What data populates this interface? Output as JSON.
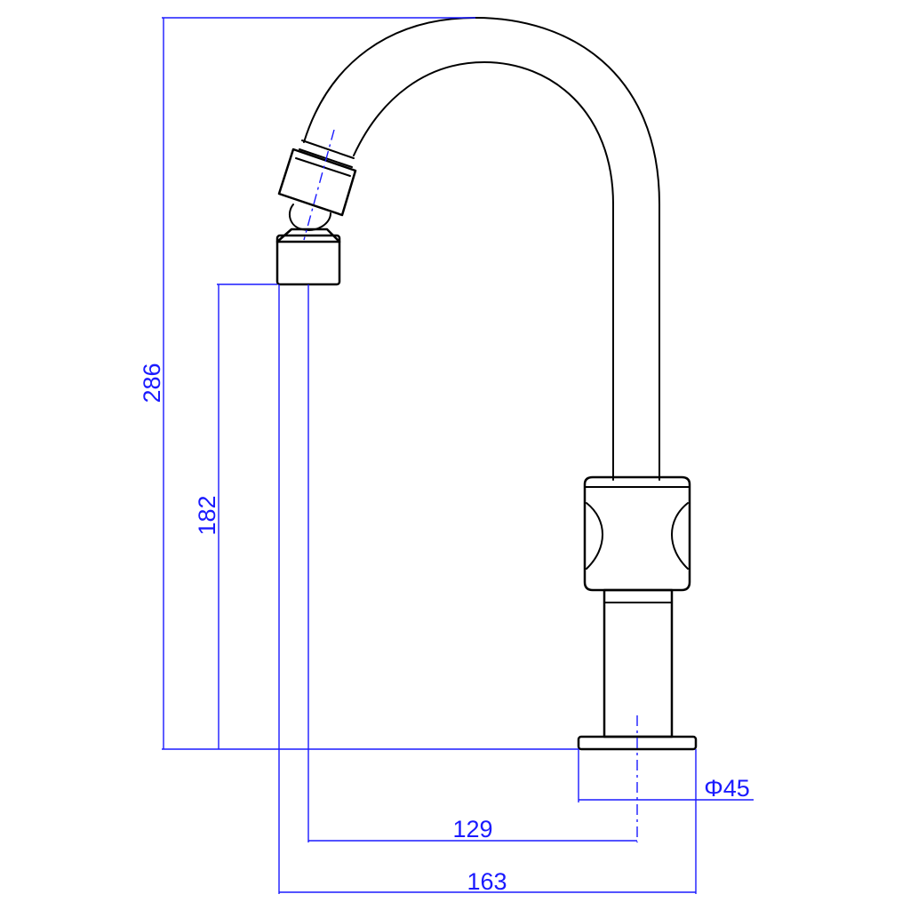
{
  "drawing": {
    "line_color": "#000000",
    "dimension_color": "#1a1aff"
  },
  "dimensions": {
    "total_height": "286",
    "spout_height": "182",
    "base_diameter": "Φ45",
    "reach_to_centre": "129",
    "overall_reach": "163"
  }
}
